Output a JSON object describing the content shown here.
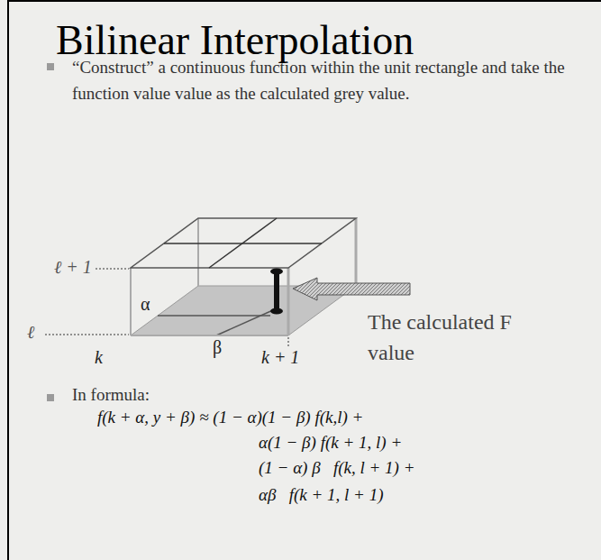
{
  "diagram": {
    "title": "Bilinear Interpolation",
    "labels": [
      "“Construct” a continuous function within the unit rectangle and take the function value value as the calculated grey value.",
      "ℓ + 1",
      "ℓ",
      "α",
      "k",
      "β",
      "k + 1",
      "The calculated F value",
      "In formula:",
      "f(k + α, y + β) ≈ (1 − α)(1 − β) f(k,l) +",
      "α(1 − β) f(k + 1, l) +",
      "(1 − α) β   f(k, l + 1) +",
      "αβ   f(k + 1, l + 1)"
    ]
  }
}
